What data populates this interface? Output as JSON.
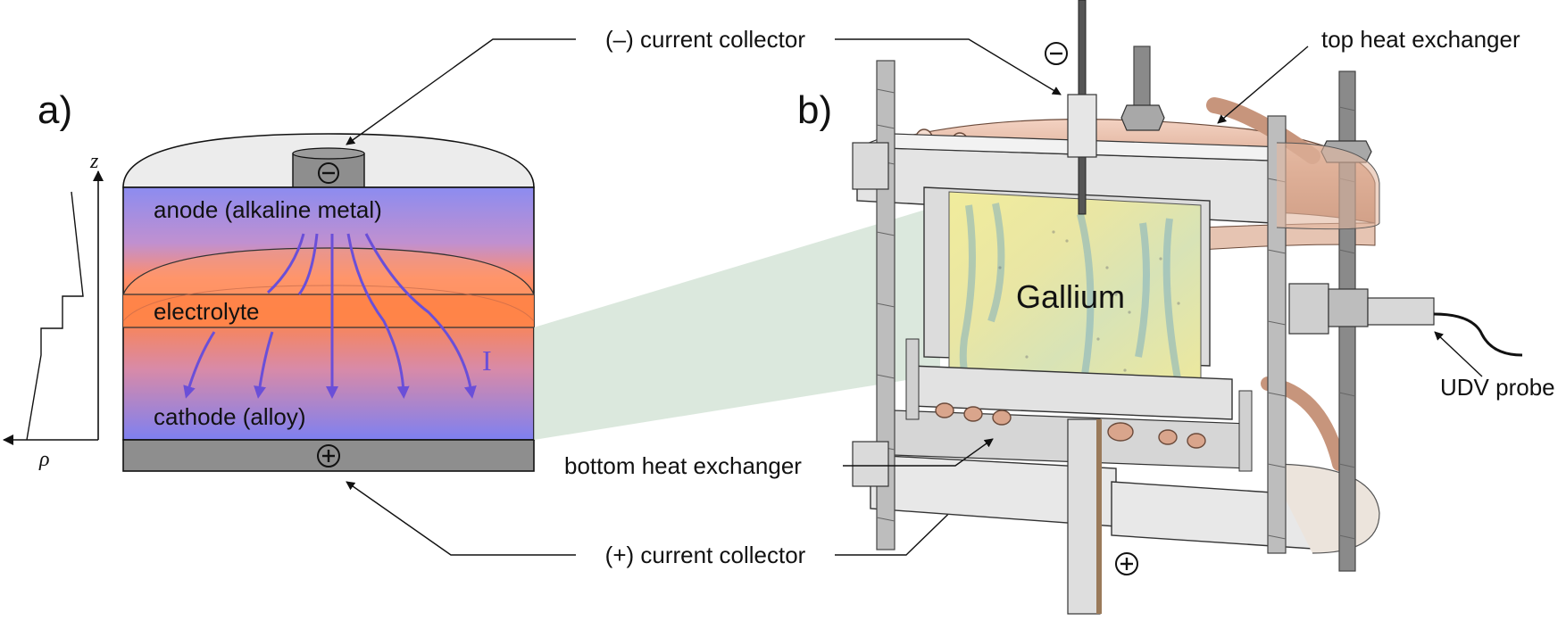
{
  "panels": {
    "a": "a)",
    "b": "b)"
  },
  "axis": {
    "z": "z",
    "rho": "ρ"
  },
  "battery": {
    "anode": "anode (alkaline metal)",
    "electrolyte": "electrolyte",
    "cathode": "cathode (alloy)",
    "current": "I",
    "minus": "−",
    "plus": "+"
  },
  "callouts": {
    "neg_collector": "(–) current collector",
    "pos_collector": "(+) current collector",
    "top_hx": "top heat exchanger",
    "bottom_hx": "bottom heat exchanger",
    "udv": "UDV probe",
    "gallium": "Gallium"
  },
  "colors": {
    "anode_blue": "#8c8cf0",
    "electrolyte_orange": "#ff8a4a",
    "current_purple": "#6a4fd8",
    "cap_grey": "#ececec",
    "base_grey": "#8e8e8e",
    "projection_green": "#cfe0d2"
  }
}
